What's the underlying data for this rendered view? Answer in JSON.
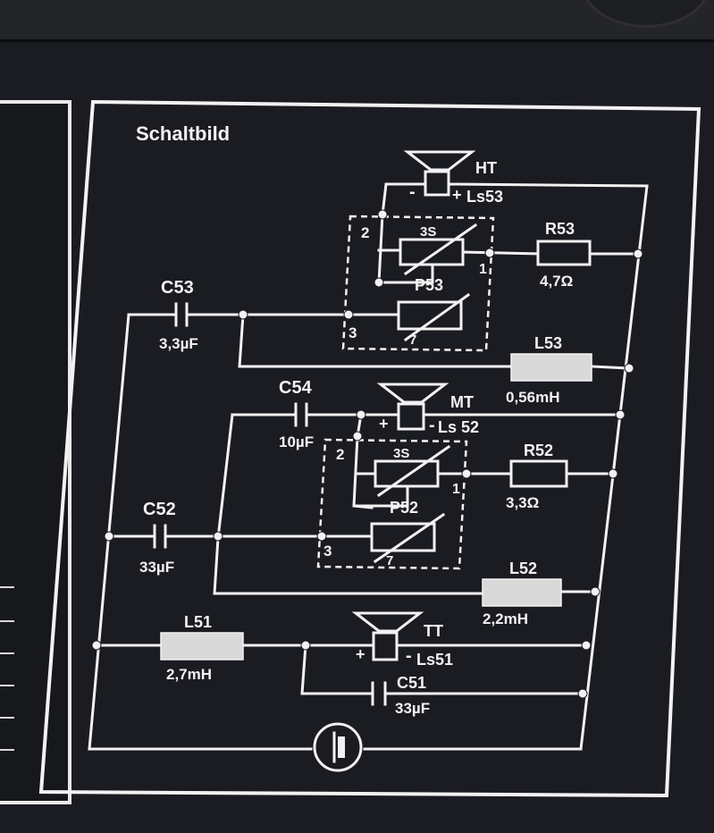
{
  "title": "Schaltbild",
  "speakers": {
    "ht": {
      "name": "HT",
      "minus": "-",
      "plus": "+",
      "ref": "Ls53"
    },
    "mt": {
      "name": "MT",
      "plus": "+",
      "minus": "-",
      "ref": "Ls 52"
    },
    "tt": {
      "name": "TT",
      "plus": "+",
      "minus": "-",
      "ref": "Ls51"
    }
  },
  "components": {
    "c53": {
      "name": "C53",
      "value": "3,3µF"
    },
    "c54": {
      "name": "C54",
      "value": "10µF"
    },
    "c52": {
      "name": "C52",
      "value": "33µF"
    },
    "c51": {
      "name": "C51",
      "value": "33µF"
    },
    "r53": {
      "name": "R53",
      "value": "4,7Ω"
    },
    "r52": {
      "name": "R52",
      "value": "3,3Ω"
    },
    "l53": {
      "name": "L53",
      "value": "0,56mH"
    },
    "l52": {
      "name": "L52",
      "value": "2,2mH"
    },
    "l51": {
      "name": "L51",
      "value": "2,7mH"
    },
    "p53": {
      "name": "P53",
      "pins": [
        "2",
        "3S",
        "1",
        "3",
        "7"
      ]
    },
    "p52": {
      "name": "P52",
      "pins": [
        "2",
        "3S",
        "1",
        "3",
        "7"
      ]
    }
  }
}
